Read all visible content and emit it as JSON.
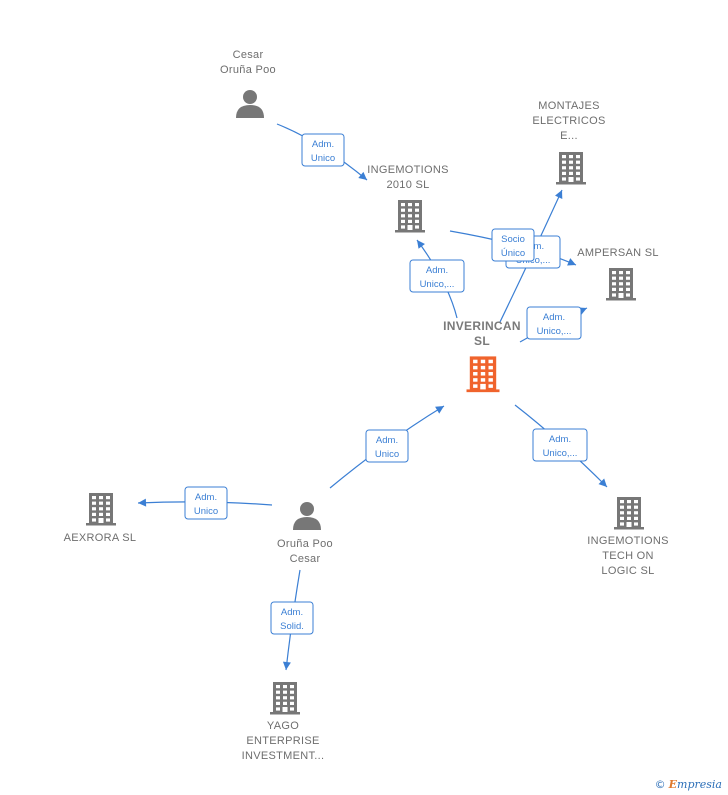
{
  "nodes": [
    {
      "id": "cesar1",
      "kind": "person",
      "lines": [
        "Cesar",
        "Oruña Poo"
      ],
      "color": "#777777"
    },
    {
      "id": "ingemotions2010",
      "kind": "company",
      "lines": [
        "INGEMOTIONS",
        "2010 SL"
      ],
      "color": "#777777"
    },
    {
      "id": "montajes",
      "kind": "company",
      "lines": [
        "MONTAJES",
        "ELECTRICOS",
        "E..."
      ],
      "color": "#777777"
    },
    {
      "id": "ampersan",
      "kind": "company",
      "lines": [
        "AMPERSAN  SL"
      ],
      "color": "#777777"
    },
    {
      "id": "inverincan",
      "kind": "company",
      "lines": [
        "INVERINCAN",
        "SL"
      ],
      "color": "#f0632c",
      "center": true
    },
    {
      "id": "cesar2",
      "kind": "person",
      "lines": [
        "Oruña Poo",
        "Cesar"
      ],
      "color": "#777777"
    },
    {
      "id": "aexrora",
      "kind": "company",
      "lines": [
        "AEXRORA  SL"
      ],
      "color": "#777777"
    },
    {
      "id": "ingemotionstech",
      "kind": "company",
      "lines": [
        "INGEMOTIONS",
        "TECH ON",
        "LOGIC  SL"
      ],
      "color": "#777777"
    },
    {
      "id": "yago",
      "kind": "company",
      "lines": [
        "YAGO",
        "ENTERPRISE",
        "INVESTMENT..."
      ],
      "color": "#777777"
    }
  ],
  "edges": [
    {
      "from": "cesar1",
      "to": "ingemotions2010",
      "label": [
        "Adm.",
        "Unico"
      ]
    },
    {
      "from": "inverincan",
      "to": "ingemotions2010",
      "label": [
        "Adm.",
        "Unico,..."
      ]
    },
    {
      "from": "ingemotions2010",
      "to": "ampersan",
      "label": [
        "Adm.",
        "Unico,..."
      ]
    },
    {
      "from": "inverincan",
      "to": "montajes",
      "label": [
        "Socio",
        "Único"
      ]
    },
    {
      "from": "inverincan",
      "to": "ampersan",
      "label": [
        "Adm.",
        "Unico,..."
      ]
    },
    {
      "from": "cesar2",
      "to": "inverincan",
      "label": [
        "Adm.",
        "Unico"
      ]
    },
    {
      "from": "inverincan",
      "to": "ingemotionstech",
      "label": [
        "Adm.",
        "Unico,..."
      ]
    },
    {
      "from": "cesar2",
      "to": "aexrora",
      "label": [
        "Adm.",
        "Unico"
      ]
    },
    {
      "from": "cesar2",
      "to": "yago",
      "label": [
        "Adm.",
        "Solid."
      ]
    }
  ],
  "footer": {
    "copyright": "©",
    "brand_initial": "E",
    "brand_rest": "mpresia"
  },
  "colors": {
    "edge": "#3b7fd4",
    "node": "#777777",
    "center": "#f0632c"
  }
}
